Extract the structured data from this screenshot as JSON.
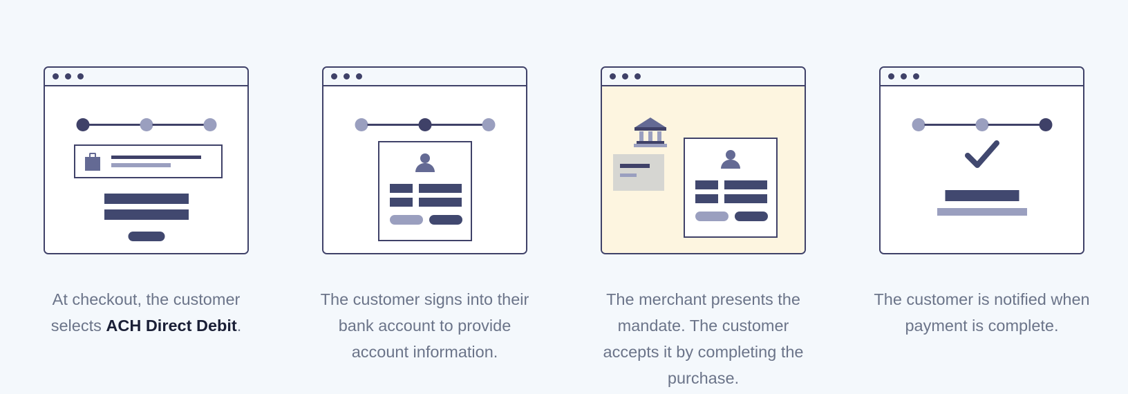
{
  "page": {
    "background_color": "#f4f8fc",
    "title": "ACH Direct Debit payment flow"
  },
  "palette": {
    "navy": "#3f4168",
    "navy_bar": "#41486f",
    "muted_purple": "#9a9fbf",
    "mid_purple": "#646a94",
    "cream": "#fdf5e0",
    "gray_card": "#d6d6d2",
    "caption_text": "#6b7489",
    "strong_text": "#1a1f36"
  },
  "steps": [
    {
      "id": "step-1-checkout",
      "window_dots": 3,
      "canvas_tint": "white",
      "stepper": {
        "nodes": 3,
        "active_index": 0
      },
      "icons": [
        "bag-icon"
      ],
      "caption_before": "At checkout, the customer selects ",
      "caption_strong": "ACH Direct Debit",
      "caption_after": "."
    },
    {
      "id": "step-2-bank-signin",
      "window_dots": 3,
      "canvas_tint": "white",
      "stepper": {
        "nodes": 3,
        "active_index": 1
      },
      "icons": [
        "person-avatar-icon"
      ],
      "caption_before": "The customer signs into their bank account to provide account information.",
      "caption_strong": "",
      "caption_after": ""
    },
    {
      "id": "step-3-mandate",
      "window_dots": 3,
      "canvas_tint": "cream",
      "stepper": {
        "nodes": 0,
        "active_index": -1
      },
      "icons": [
        "bank-icon",
        "document-card-icon",
        "person-avatar-icon"
      ],
      "caption_before": "The merchant presents the mandate. The customer accepts it by completing the purchase.",
      "caption_strong": "",
      "caption_after": ""
    },
    {
      "id": "step-4-notified",
      "window_dots": 3,
      "canvas_tint": "white",
      "stepper": {
        "nodes": 3,
        "active_index": 2
      },
      "icons": [
        "checkmark-icon"
      ],
      "caption_before": "The customer is notified when payment is complete.",
      "caption_strong": "",
      "caption_after": ""
    }
  ]
}
